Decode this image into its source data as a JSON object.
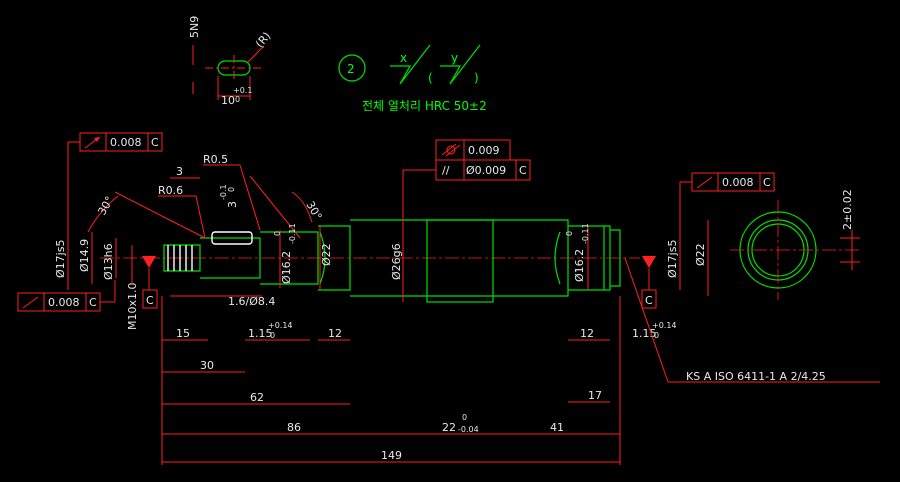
{
  "keyway": {
    "size": "5N9",
    "radius": "(R)",
    "width": "10",
    "tol_upper": "+0.1",
    "tol_lower": "0"
  },
  "finish": {
    "circle_num": "2",
    "sym_x": "x",
    "sym_y": "y",
    "paren_open": "(",
    "paren_close": ")"
  },
  "heat_treat": "전체 열처리 HRC 50±2",
  "fcf": {
    "left_top": {
      "value": "0.008",
      "datum": "C"
    },
    "left_bottom": {
      "value": "0.008",
      "datum": "C"
    },
    "center_top1": {
      "value": "0.009"
    },
    "center_top2": {
      "sym": "//",
      "value": "Ø0.009",
      "datum": "C"
    },
    "right": {
      "value": "0.008",
      "datum": "C"
    }
  },
  "datum_labels": {
    "left": "C",
    "right": "C"
  },
  "left_dims": {
    "d3": "3",
    "r05": "R0.5",
    "r06": "R0.6",
    "d30": "3",
    "d30_tol": "-0.1",
    "d30_tol0": "0",
    "angle1": "30°",
    "angle2": "30°",
    "phi17": "Ø17js5",
    "phi149": "Ø14.9",
    "phi13": "Ø13h6",
    "m10": "M10x1.0",
    "phi162": "Ø16.2",
    "phi162_tol_u": "0",
    "phi162_tol_l": "-0.11",
    "phi22": "Ø22",
    "slot": "1.6/Ø8.4",
    "d115": "1.15",
    "d115_tol_u": "+0.14",
    "d115_tol_l": "0"
  },
  "center_dims": {
    "phi26": "Ø26g6"
  },
  "right_dims": {
    "phi162": "Ø16.2",
    "phi162_tol_u": "0",
    "phi162_tol_l": "-0.11",
    "phi17": "Ø17js5",
    "phi22": "Ø22",
    "d12": "12",
    "d115": "1.15",
    "d115_tol_u": "+0.14",
    "d115_tol_l": "0",
    "d17": "17"
  },
  "bottom_dims": {
    "d15": "15",
    "d12": "12",
    "d30": "30",
    "d62": "62",
    "d86": "86",
    "d22": "22",
    "d22_tol_u": "0",
    "d22_tol_l": "-0.04",
    "d41": "41",
    "d149": "149"
  },
  "standard_note": "KS A ISO 6411-1 A 2/4.25",
  "section_dim": "2±0.02",
  "colors": {
    "background": "#000000",
    "dimension": "#ff2020",
    "part": "#00e000",
    "text": "#e8e8e8",
    "hidden": "#e8e800"
  }
}
